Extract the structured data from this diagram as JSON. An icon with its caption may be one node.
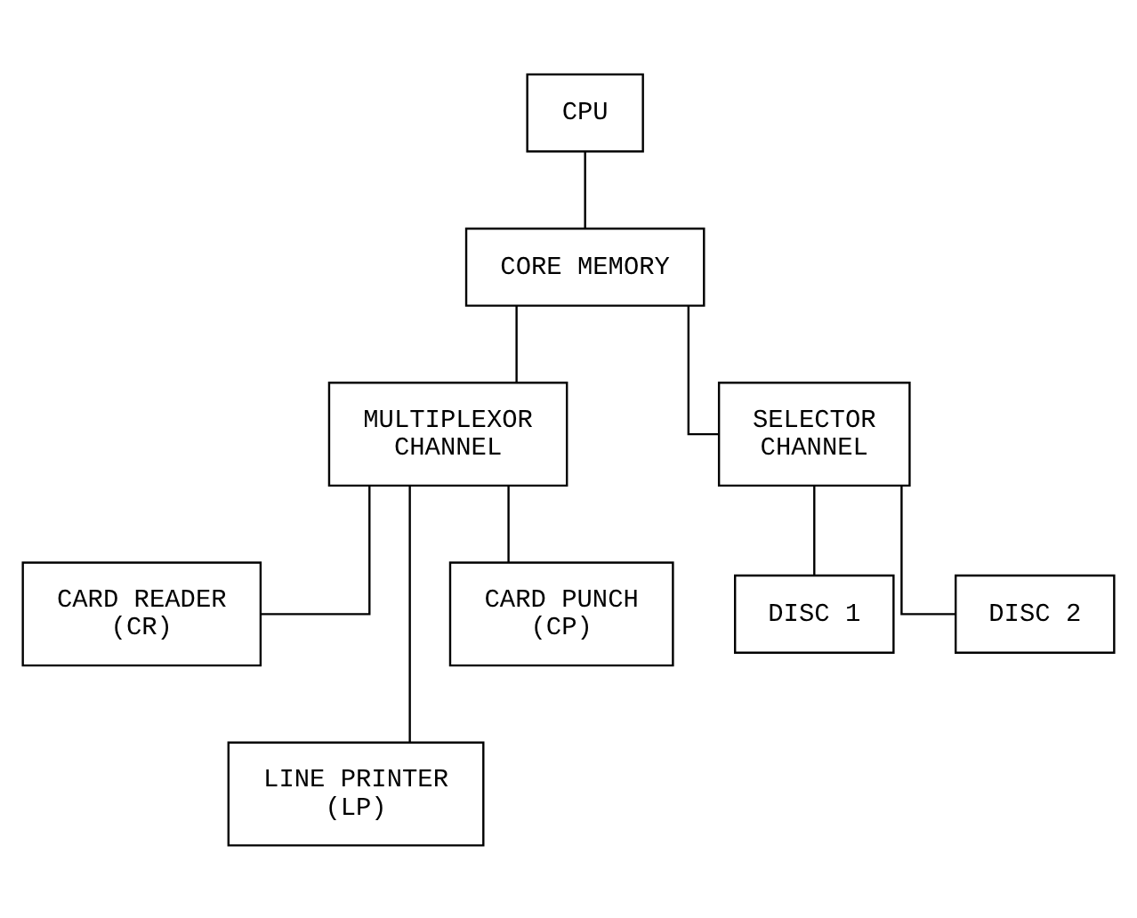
{
  "diagram": {
    "nodes": [
      {
        "text": [
          "CPU"
        ]
      },
      {
        "text": [
          "CORE MEMORY"
        ]
      },
      {
        "text": [
          "MULTIPLEXOR CHANNEL"
        ]
      },
      {
        "text": [
          "SELECTOR CHANNEL"
        ]
      },
      {
        "text": [
          "CARD READER (CR)"
        ]
      },
      {
        "text": [
          "LINE PRINTER (LP)"
        ]
      },
      {
        "text": [
          "CARD PUNCH (CP)"
        ]
      },
      {
        "text": [
          "DISC 1"
        ]
      },
      {
        "text": [
          "DISC 2"
        ]
      }
    ],
    "edges": [
      {
        "from": 0,
        "to": 1,
        "arrow": "none"
      },
      {
        "from": 1,
        "to": 2,
        "arrow": "none"
      },
      {
        "from": 1,
        "to": 3,
        "arrow": "none"
      },
      {
        "from": 2,
        "to": 4,
        "arrow": "none"
      },
      {
        "from": 2,
        "to": 5,
        "arrow": "none"
      },
      {
        "from": 2,
        "to": 6,
        "arrow": "none"
      },
      {
        "from": 3,
        "to": 7,
        "arrow": "none"
      },
      {
        "from": 3,
        "to": 8,
        "arrow": "none"
      }
    ]
  }
}
